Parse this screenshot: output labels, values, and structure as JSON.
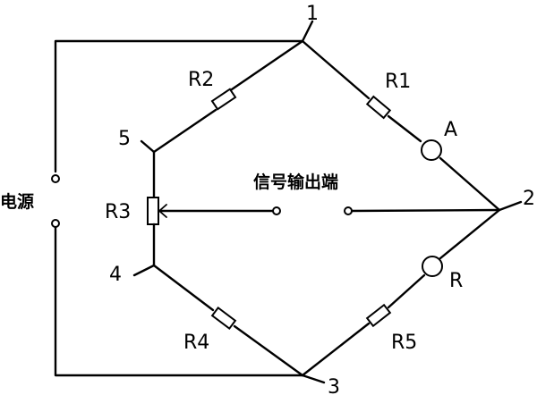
{
  "nodes": {
    "n1": "1",
    "n2": "2",
    "n3": "3",
    "n4": "4",
    "n5": "5"
  },
  "resistors": {
    "r1": "R1",
    "r2": "R2",
    "r3": "R3",
    "r4": "R4",
    "r5": "R5"
  },
  "sensors": {
    "a": "A",
    "r": "R"
  },
  "terminals": {
    "power": "电源",
    "signal_output": "信号输出端"
  }
}
